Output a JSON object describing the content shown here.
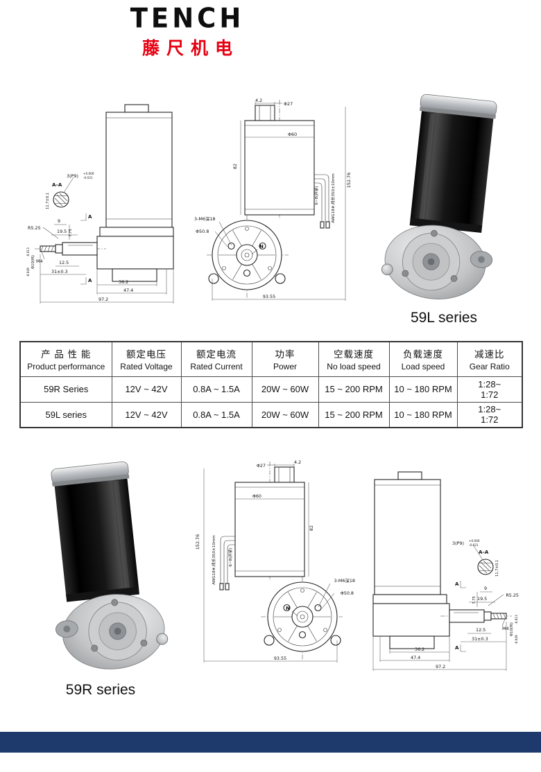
{
  "brand": {
    "name": "TENCH",
    "name_cn": "藤尺机电",
    "accent_color": "#e60012"
  },
  "sections": {
    "l_label": "59L series",
    "r_label": "59R series"
  },
  "table": {
    "headers": [
      {
        "cn": "产 品 性 能",
        "en": "Product performance"
      },
      {
        "cn": "额定电压",
        "en": "Rated Voltage"
      },
      {
        "cn": "额定电流",
        "en": "Rated Current"
      },
      {
        "cn": "功率",
        "en": "Power"
      },
      {
        "cn": "空载速度",
        "en": "No load speed"
      },
      {
        "cn": "负载速度",
        "en": "Load speed"
      },
      {
        "cn": "减速比",
        "en": "Gear Ratio"
      }
    ],
    "rows": [
      {
        "cells": [
          "59R Series",
          "12V ~ 42V",
          "0.8A ~ 1.5A",
          "20W ~ 60W",
          "15 ~ 200 RPM",
          "10 ~ 180 RPM",
          "1:28~\n1:72"
        ]
      },
      {
        "cells": [
          "59L series",
          "12V ~ 42V",
          "0.8A ~ 1.5A",
          "20W ~ 60W",
          "15 ~ 200 RPM",
          "10 ~ 180 RPM",
          "1:28~\n1:72"
        ]
      }
    ]
  },
  "drawings": {
    "side": {
      "section_label": "A–A",
      "pin": "3(P9)",
      "pin_tol_u": "+0.006",
      "pin_tol_l": "-0.031",
      "d117": "11.7±0.1",
      "d9": "9",
      "r525": "R5.25",
      "d195": "19.5",
      "d775": "7.75",
      "m4": "M4",
      "d125": "12.5",
      "d31": "31±0.3",
      "shaft": "Φ10(f6)",
      "shaft_tol_u": "-0.013",
      "shaft_tol_l": "-0.049",
      "d362": "36.2",
      "d474": "47.4",
      "d972": "97.2",
      "sec_a": "A"
    },
    "front": {
      "d42": "4.2",
      "d27": "Φ27",
      "d60": "Φ60",
      "d82": "82",
      "d15276": "152.76",
      "wire_bundle": "6~8(并紧)",
      "wire_spec": "AWG18#,线长350±10mm",
      "m6": "3-M6深18",
      "d508": "Φ50.8",
      "d9355": "93.55",
      "n": "N"
    }
  },
  "footer": {
    "bar_color": "#1e3a6d"
  }
}
